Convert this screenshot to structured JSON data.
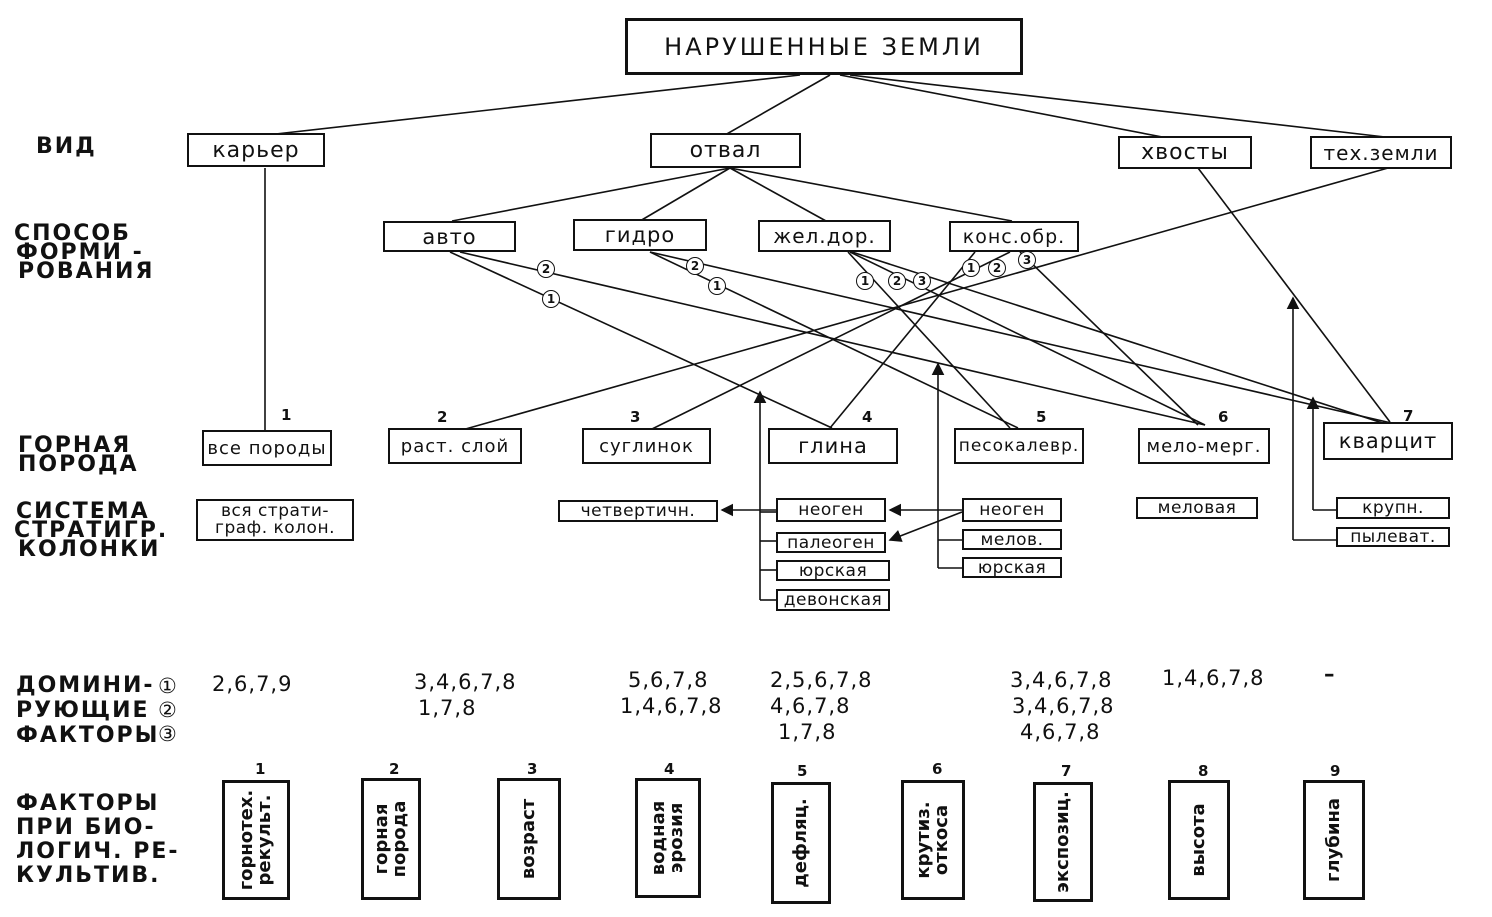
{
  "title": "НАРУШЕННЫЕ ЗЕМЛИ",
  "row_labels": {
    "vid": "ВИД",
    "sposob": [
      "СПОСОБ",
      "ФОРМИ -",
      "РОВАНИЯ"
    ],
    "poroda": [
      "ГОРНАЯ",
      "ПОРОДА"
    ],
    "sistema": [
      "СИСТЕМА",
      "СТРАТИГР.",
      "КОЛОНКИ"
    ],
    "dominir": [
      "ДОМИНИ-",
      "РУЮЩИЕ",
      "ФАКТОРЫ"
    ],
    "faktory": [
      "ФАКТОРЫ",
      "ПРИ БИО-",
      "ЛОГИЧ. РЕ-",
      "КУЛЬТИВ."
    ]
  },
  "types": [
    "карьер",
    "отвал",
    "хвосты",
    "тех.земли"
  ],
  "methods": [
    "авто",
    "гидро",
    "жел.дор.",
    "конс.обр."
  ],
  "rocks": [
    {
      "n": "1",
      "label": "все породы"
    },
    {
      "n": "2",
      "label": "раст. слой"
    },
    {
      "n": "3",
      "label": "суглинок"
    },
    {
      "n": "4",
      "label": "глина"
    },
    {
      "n": "5",
      "label": "песокалевр."
    },
    {
      "n": "6",
      "label": "мело-мерг."
    },
    {
      "n": "7",
      "label": "кварцит"
    }
  ],
  "strat": {
    "vsya": [
      "вся страти-",
      "граф. колон."
    ],
    "chetv": "четвертичн.",
    "col4": [
      "неоген",
      "палеоген",
      "юрская",
      "девонская"
    ],
    "col5": [
      "неоген",
      "мелов.",
      "юрская"
    ],
    "melovaya": "меловая",
    "col7": [
      "крупн.",
      "пылеват."
    ]
  },
  "circles": [
    "1",
    "2",
    "3"
  ],
  "dominant": {
    "markers": [
      "①",
      "②",
      "③"
    ],
    "c1": [
      "2,6,7,9"
    ],
    "c2": [
      "3,4,6,7,8",
      "1,7,8"
    ],
    "c3": [
      "5,6,7,8",
      "1,4,6,7,8"
    ],
    "c4": [
      "2,5,6,7,8",
      "4,6,7,8",
      "1,7,8"
    ],
    "c5": [
      "3,4,6,7,8",
      "3,4,6,7,8",
      "4,6,7,8"
    ],
    "c6": [
      "1,4,6,7,8"
    ],
    "c7": [
      "–"
    ]
  },
  "factors": [
    {
      "n": "1",
      "label": "горнотех. рекульт."
    },
    {
      "n": "2",
      "label": "горная порода"
    },
    {
      "n": "3",
      "label": "возраст"
    },
    {
      "n": "4",
      "label": "водная эрозия"
    },
    {
      "n": "5",
      "label": "дефляц."
    },
    {
      "n": "6",
      "label": "крутиз. откоса"
    },
    {
      "n": "7",
      "label": "экспозиц."
    },
    {
      "n": "8",
      "label": "высота"
    },
    {
      "n": "9",
      "label": "глубина"
    }
  ]
}
